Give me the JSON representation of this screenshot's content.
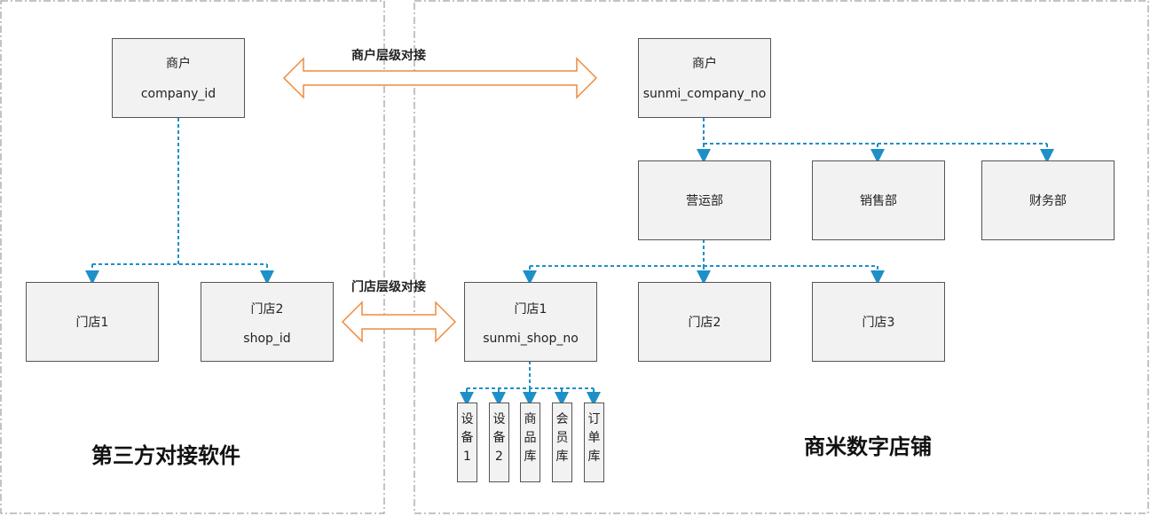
{
  "left_area": {
    "title": "第三方对接软件",
    "merchant": {
      "label": "商户",
      "id": "company_id"
    },
    "store1": {
      "label": "门店1"
    },
    "store2": {
      "label": "门店2",
      "id": "shop_id"
    }
  },
  "right_area": {
    "title": "商米数字店铺",
    "merchant": {
      "label": "商户",
      "id": "sunmi_company_no"
    },
    "departments": [
      "营运部",
      "销售部",
      "财务部"
    ],
    "store1": {
      "label": "门店1",
      "id": "sunmi_shop_no"
    },
    "store2": {
      "label": "门店2"
    },
    "store3": {
      "label": "门店3"
    },
    "resources": [
      [
        "设",
        "备",
        "1"
      ],
      [
        "设",
        "备",
        "2"
      ],
      [
        "商",
        "品",
        "库"
      ],
      [
        "会",
        "员",
        "库"
      ],
      [
        "订",
        "单",
        "库"
      ]
    ]
  },
  "connections": {
    "merchant_level": "商户层级对接",
    "store_level": "门店层级对接"
  },
  "colors": {
    "connector": "#1e90c8",
    "double_arrow": "#f08a3c",
    "box_fill": "#f2f2f2",
    "box_border": "#555555",
    "area_border": "#888888"
  }
}
